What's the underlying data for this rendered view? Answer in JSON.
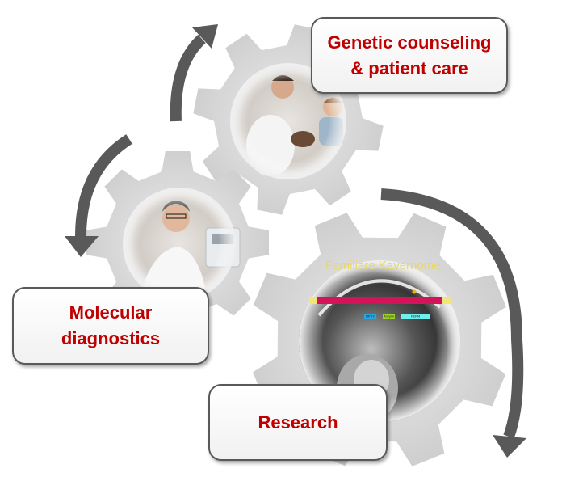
{
  "boxes": {
    "genetic": {
      "line1": "Genetic counseling",
      "line2": "& patient care"
    },
    "molecular": {
      "line1": "Molecular",
      "line2": "diagnostics"
    },
    "research": {
      "line1": "Research"
    }
  },
  "research_image": {
    "overlay_title": "Familiäre Kavernome",
    "domains": [
      "NPXY",
      "Ankyrin",
      "FERM"
    ]
  },
  "colors": {
    "label": "#c00000",
    "arrow": "#595959",
    "gear": "#d9d9d9"
  }
}
